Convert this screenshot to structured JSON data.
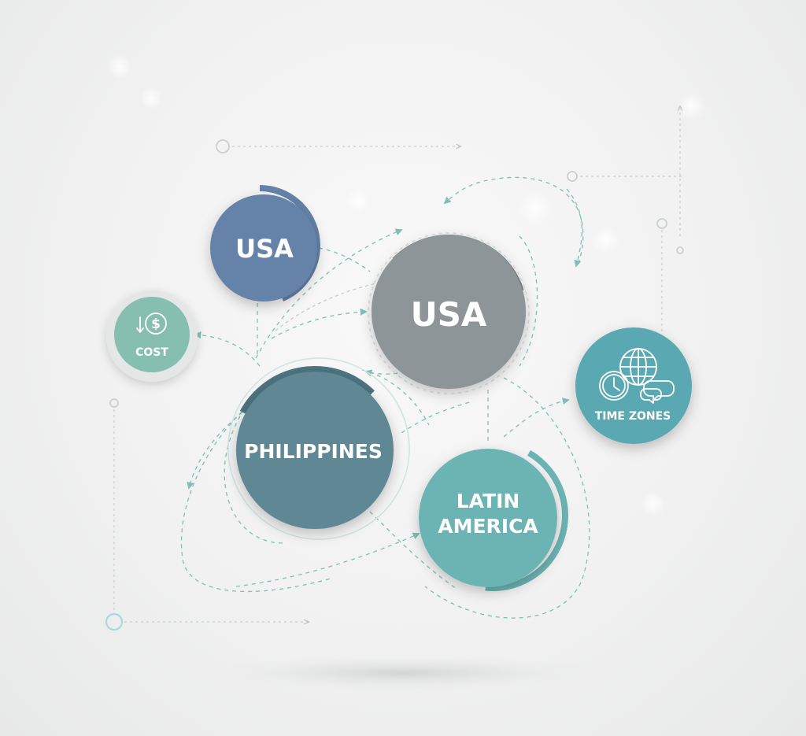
{
  "nodes": {
    "usa_small": {
      "label": "USA",
      "color": "#6582a8"
    },
    "usa_large": {
      "label": "USA",
      "color": "#8d9598"
    },
    "philippines": {
      "label": "PHILIPPINES",
      "color": "#5e8894"
    },
    "latin_america": {
      "label_line1": "LATIN",
      "label_line2": "AMERICA",
      "color": "#6cb4b3"
    },
    "cost": {
      "label": "COST",
      "color": "#86beb0",
      "icons": [
        "dollar-icon",
        "down-arrow-icon"
      ]
    },
    "time_zones": {
      "label": "TIME ZONES",
      "color": "#5aa8b1",
      "icons": [
        "clock-icon",
        "globe-icon",
        "chat-bubbles-icon"
      ]
    }
  },
  "colors": {
    "connector": "#7fbfb4",
    "background": "#f1f1f1"
  }
}
